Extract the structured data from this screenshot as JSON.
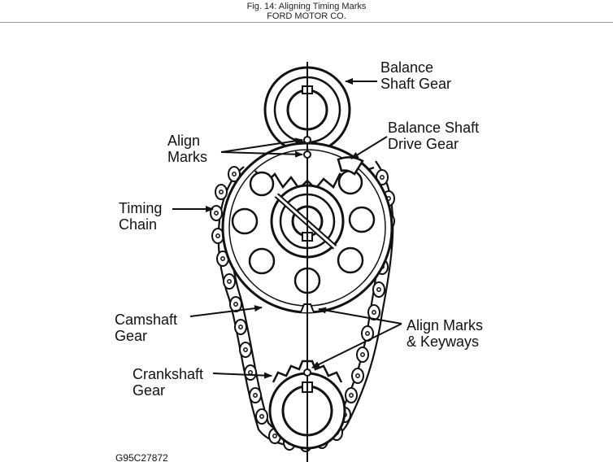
{
  "header": {
    "title": "Fig. 14: Aligning Timing Marks",
    "subtitle": "FORD MOTOR CO."
  },
  "labels": {
    "balance_shaft_gear": [
      "Balance",
      "Shaft Gear"
    ],
    "balance_shaft_drive_gear": [
      "Balance Shaft",
      "Drive Gear"
    ],
    "align_marks": [
      "Align",
      "Marks"
    ],
    "timing_chain": [
      "Timing",
      "Chain"
    ],
    "camshaft_gear": [
      "Camshaft",
      "Gear"
    ],
    "align_marks_keyways": [
      "Align Marks",
      "& Keyways"
    ],
    "crankshaft_gear": [
      "Crankshaft",
      "Gear"
    ]
  },
  "figure_code": "G95C27872"
}
